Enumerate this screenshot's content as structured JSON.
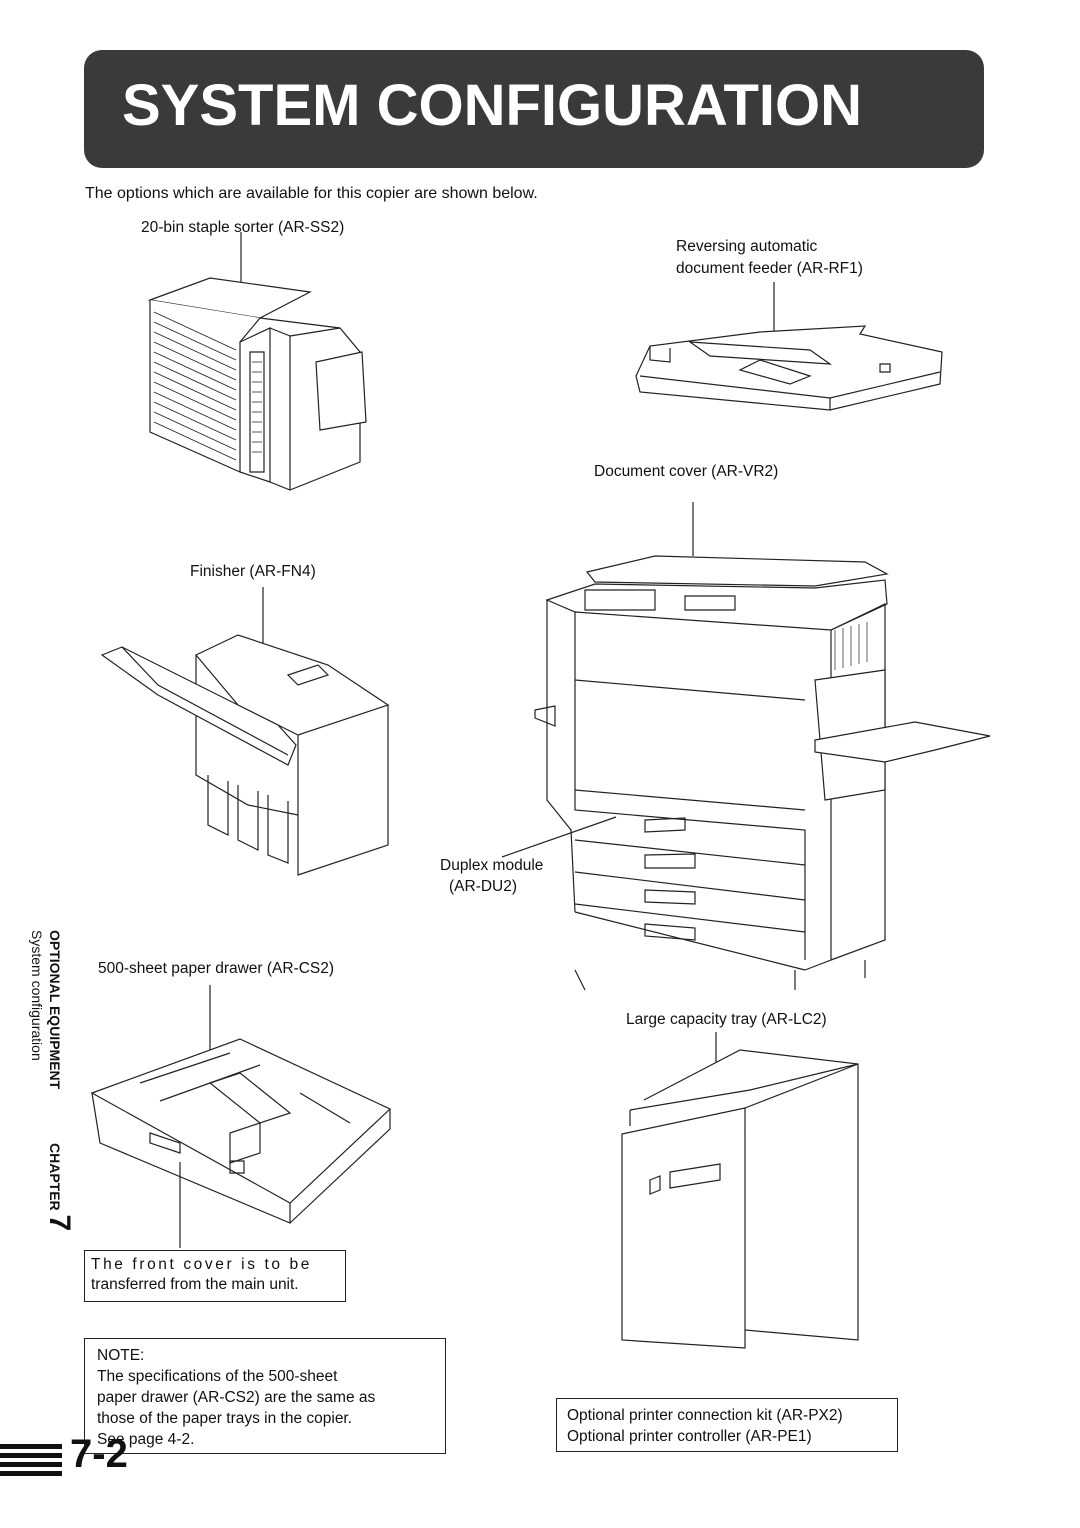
{
  "title": "SYSTEM CONFIGURATION",
  "intro": "The options which are available for this copier are shown below.",
  "labels": {
    "staple_sorter": "20-bin staple sorter (AR-SS2)",
    "reversing_1": "Reversing automatic",
    "reversing_2": "document feeder (AR-RF1)",
    "doc_cover": "Document cover (AR-VR2)",
    "finisher": "Finisher (AR-FN4)",
    "duplex_1": "Duplex module",
    "duplex_2": "(AR-DU2)",
    "paper_drawer": "500-sheet paper drawer (AR-CS2)",
    "large_tray": "Large capacity tray (AR-LC2)"
  },
  "front_cover_note": {
    "line1": "The front cover is to be",
    "line2": "transferred from the main unit."
  },
  "note": {
    "heading": "NOTE:",
    "line1": "The specifications of the 500-sheet",
    "line2": "paper drawer (AR-CS2) are the same as",
    "line3": "those of the paper trays in the copier.",
    "line4": "See page 4-2."
  },
  "printer_box": {
    "line1": "Optional printer connection kit (AR-PX2)",
    "line2": "Optional printer controller (AR-PE1)"
  },
  "side_tab": {
    "section": "OPTIONAL EQUIPMENT",
    "subsection": "System configuration",
    "chapter": "CHAPTER",
    "chapter_num": "7"
  },
  "page_number": "7-2",
  "colors": {
    "banner": "#3a3a3a",
    "banner_text": "#ffffff"
  }
}
